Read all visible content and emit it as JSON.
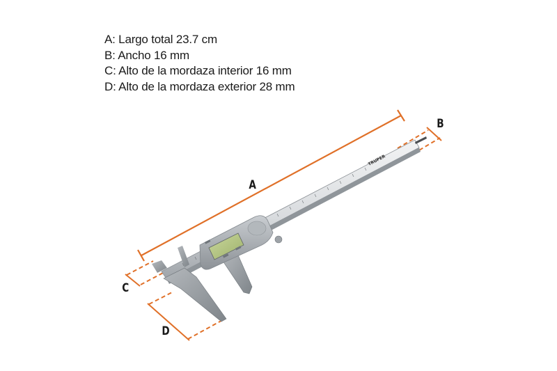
{
  "specs": [
    {
      "key": "A",
      "text": "A: Largo total 23.7 cm"
    },
    {
      "key": "B",
      "text": "B: Ancho 16 mm"
    },
    {
      "key": "C",
      "text": "C: Alto de la mordaza interior 16 mm"
    },
    {
      "key": "D",
      "text": "D: Alto de la mordaza exterior 28 mm"
    }
  ],
  "dimension_labels": {
    "a": "A",
    "b": "B",
    "c": "C",
    "d": "D"
  },
  "product": {
    "brand": "TRUPER",
    "type": "digital-caliper"
  },
  "colors": {
    "dimension_line": "#e07028",
    "steel_light": "#dcdfe2",
    "steel_mid": "#aeb3b8",
    "steel_dark": "#7d8389",
    "lcd": "#b8c98a",
    "text": "#1a1a1a"
  }
}
